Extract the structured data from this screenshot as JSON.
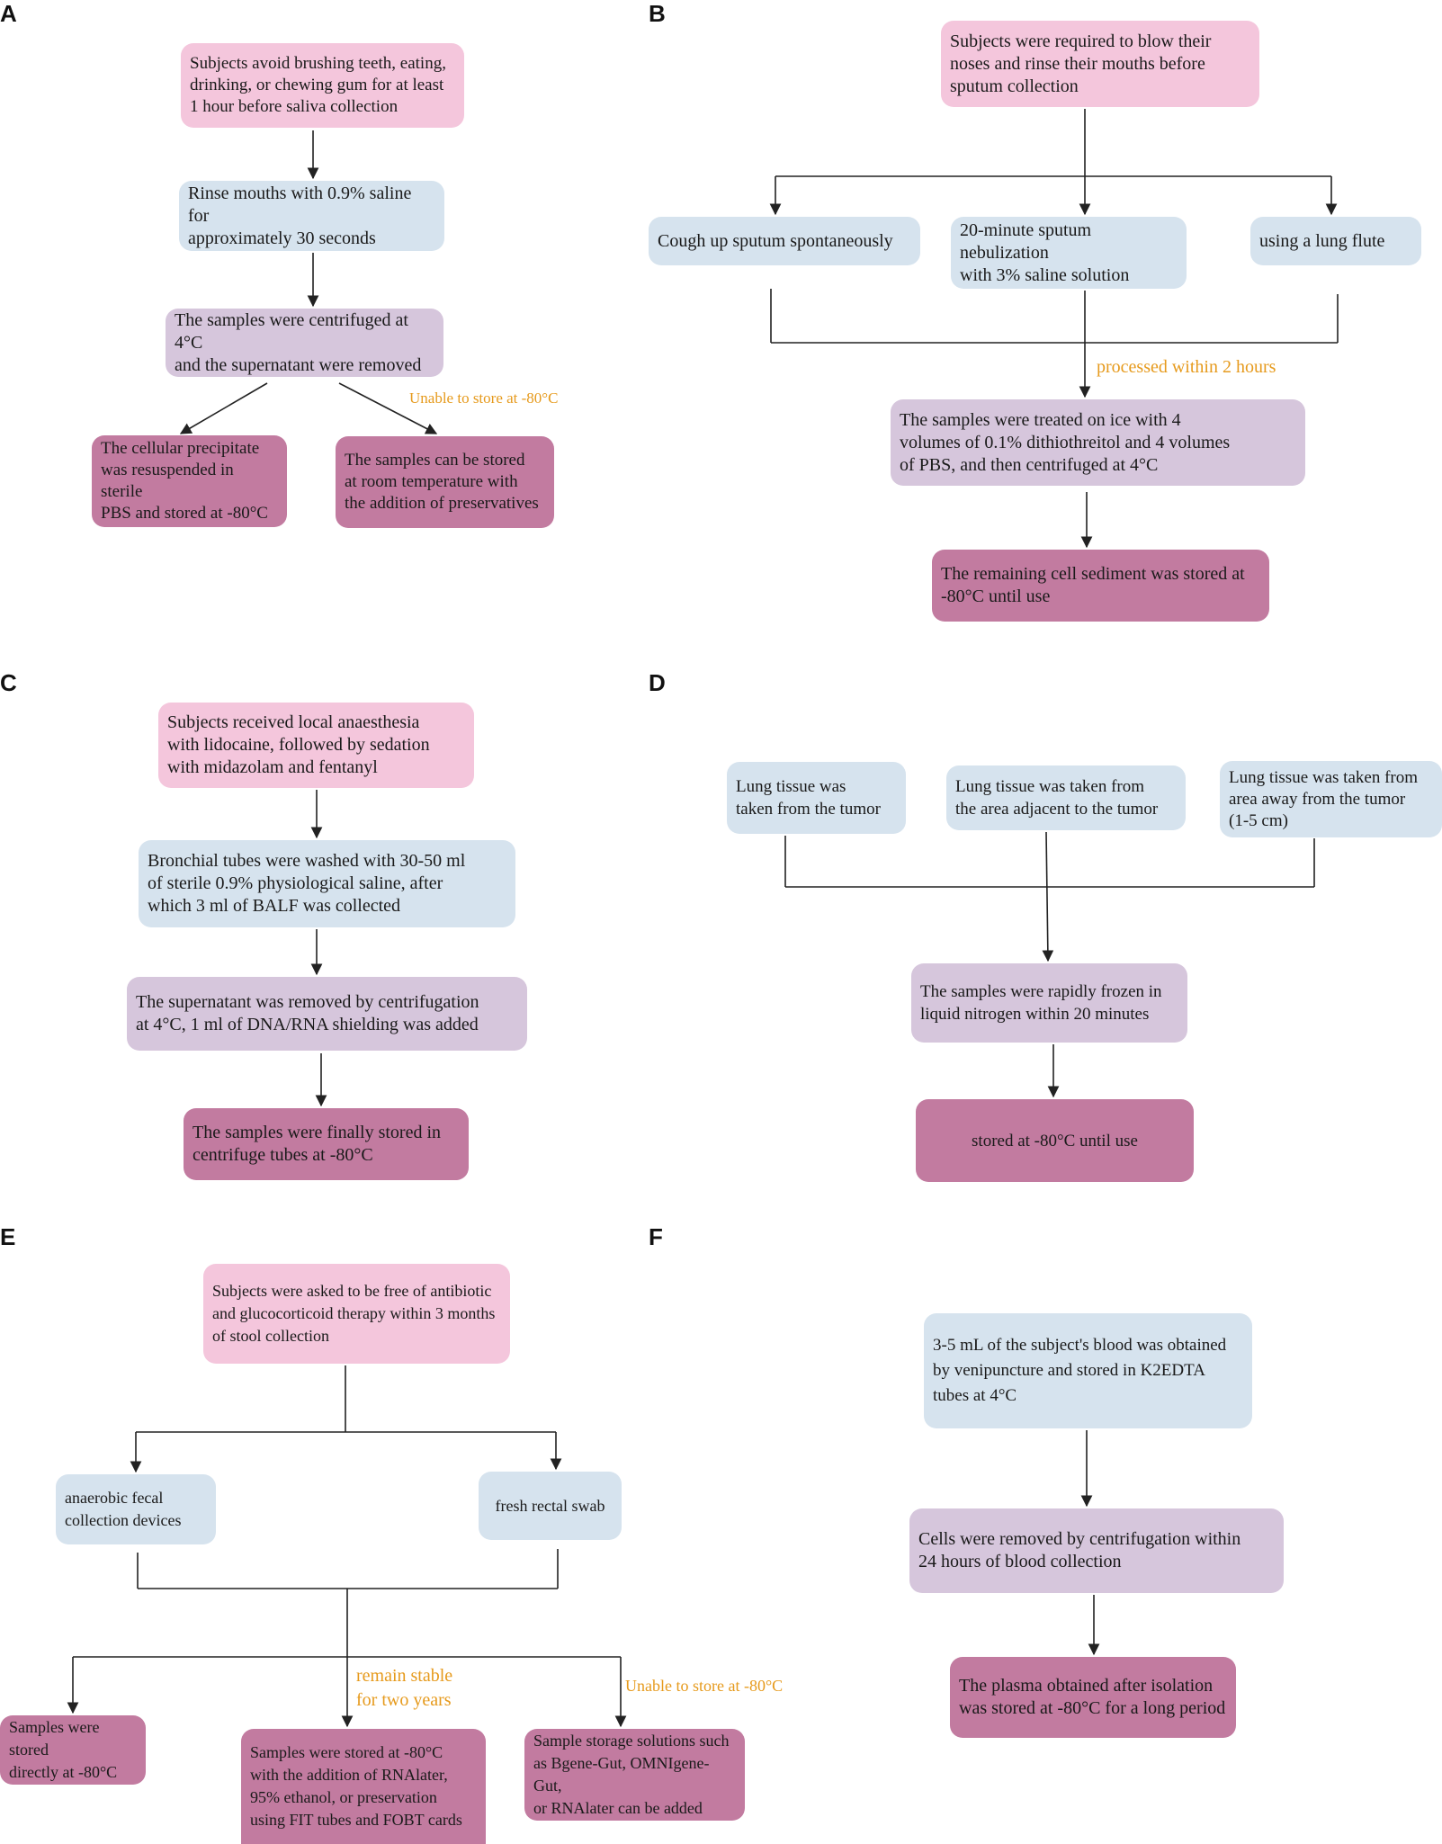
{
  "panels": {
    "A": {
      "label": "A",
      "s1": "Subjects avoid brushing teeth, eating,\ndrinking, or chewing gum for at least\n1 hour before saliva collection",
      "s2": "Rinse mouths with 0.9% saline for\napproximately 30 seconds",
      "s3": "The samples were centrifuged at 4°C\nand the supernatant were removed",
      "s4": "The cellular precipitate\nwas resuspended in sterile\nPBS and stored at -80°C",
      "s5": "The samples can be stored\nat room temperature with\nthe addition of preservatives",
      "note": "Unable to store at -80°C"
    },
    "B": {
      "label": "B",
      "s1": "Subjects were  required to blow their\nnoses and rinse their mouths before\nsputum collection",
      "o1": "Cough up sputum spontaneously",
      "o2": "20-minute sputum nebulization\nwith 3% saline solution",
      "o3": "using a lung flute",
      "note": "processed within 2 hours",
      "s2": "The samples were treated on ice with 4\nvolumes of 0.1% dithiothreitol and 4 volumes\nof PBS, and then centrifuged at 4°C",
      "s3": "The remaining cell sediment was stored at\n-80°C until use"
    },
    "C": {
      "label": "C",
      "s1": "Subjects received local anaesthesia\nwith lidocaine, followed by sedation\nwith midazolam and fentanyl",
      "s2": "Bronchial tubes were washed with 30-50 ml\nof sterile 0.9% physiological saline, after\nwhich 3 ml of BALF was collected",
      "s3": "The supernatant was removed by centrifugation\nat 4°C, 1 ml of DNA/RNA shielding was added",
      "s4": "The samples were finally stored in\ncentrifuge tubes at -80°C"
    },
    "D": {
      "label": "D",
      "o1": "Lung tissue was\ntaken from the tumor",
      "o2": "Lung tissue was taken from\nthe area adjacent to the tumor",
      "o3": "Lung tissue was taken from\narea away from the tumor\n(1-5 cm)",
      "s1": "The samples were rapidly frozen in\nliquid nitrogen within 20 minutes",
      "s2": "stored at -80°C until use"
    },
    "E": {
      "label": "E",
      "s1": "Subjects were asked to be free of antibiotic\nand glucocorticoid therapy within 3 months\nof stool collection",
      "o1": "anaerobic fecal\ncollection devices",
      "o2": "fresh rectal swab",
      "note1": "remain stable\nfor two years",
      "note2": "Unable to store at -80°C",
      "r1": "Samples were stored\ndirectly at -80°C",
      "r2": "Samples were stored at -80°C\nwith the addition of RNAlater,\n95% ethanol, or preservation\nusing FIT tubes and FOBT cards",
      "r3": "Sample storage solutions such\nas Bgene-Gut, OMNIgene-Gut,\nor  RNAlater can be added"
    },
    "F": {
      "label": "F",
      "s1": "3-5 mL of the subject's blood was obtained\nby venipuncture and stored in K2EDTA\ntubes at 4°C",
      "s2": "Cells were removed by centrifugation within\n 24 hours of blood collection",
      "s3": "The plasma obtained after isolation\nwas stored at -80°C for a long period"
    }
  },
  "colors": {
    "pink": "#f4c6dc",
    "blue": "#d6e3ee",
    "lilac": "#d6c6dc",
    "mauve": "#c27ba0",
    "note": "#e69a1c",
    "line": "#222222"
  }
}
